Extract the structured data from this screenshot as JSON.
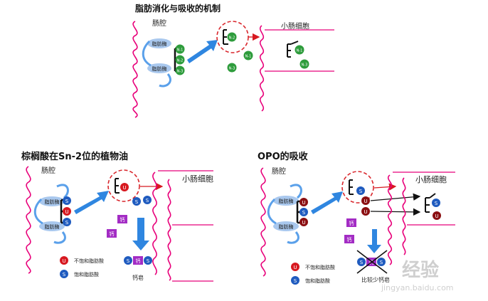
{
  "diagram_top": {
    "title": "脂肪消化与吸收的机制",
    "lumen_label": "肠腔",
    "cell_label": "小肠细胞",
    "enzyme_label": "脂肪酶",
    "n1": "N-1",
    "n2": "N-2",
    "n3": "N-3"
  },
  "diagram_left": {
    "title": "棕榈酸在Sn-2位的植物油",
    "lumen_label": "肠腔",
    "cell_label": "小肠细胞",
    "enzyme_label": "脂肪酶",
    "u": "U",
    "s": "S",
    "ca": "钙",
    "legend_unsat": "不饱和脂肪酸",
    "legend_sat": "饱和脂肪酸",
    "soap_label": "钙皂"
  },
  "diagram_right": {
    "title": "OPO的吸收",
    "lumen_label": "肠腔",
    "cell_label": "小肠细胞",
    "enzyme_label": "脂肪酶",
    "u": "U",
    "s": "S",
    "ca": "钙",
    "legend_unsat": "不饱和脂肪酸",
    "legend_sat": "饱和脂肪酸",
    "soap_label": "比较少钙皂"
  },
  "watermark": {
    "brand": "经验",
    "url": "jingyan.baidu.com"
  },
  "colors": {
    "villi": "#e8007a",
    "green": "#2e9c3c",
    "red": "#d71920",
    "dark_red": "#8b0f12",
    "blue": "#1f5bbf",
    "purple": "#a32cc4",
    "arrow_blue": "#2f86e0",
    "enzyme_fill": "#a9c8ee",
    "dashed": "#d9262c"
  }
}
